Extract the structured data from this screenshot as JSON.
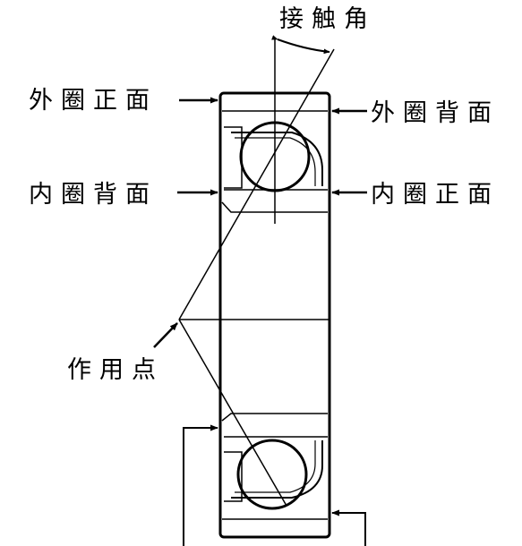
{
  "labels": {
    "contact_angle": "接触角",
    "outer_ring_front": "外圈正面",
    "outer_ring_back": "外圈背面",
    "inner_ring_back": "内圈背面",
    "inner_ring_front": "内圈正面",
    "load_center": "作用点"
  },
  "colors": {
    "ink": "#000000",
    "background": "#ffffff"
  }
}
